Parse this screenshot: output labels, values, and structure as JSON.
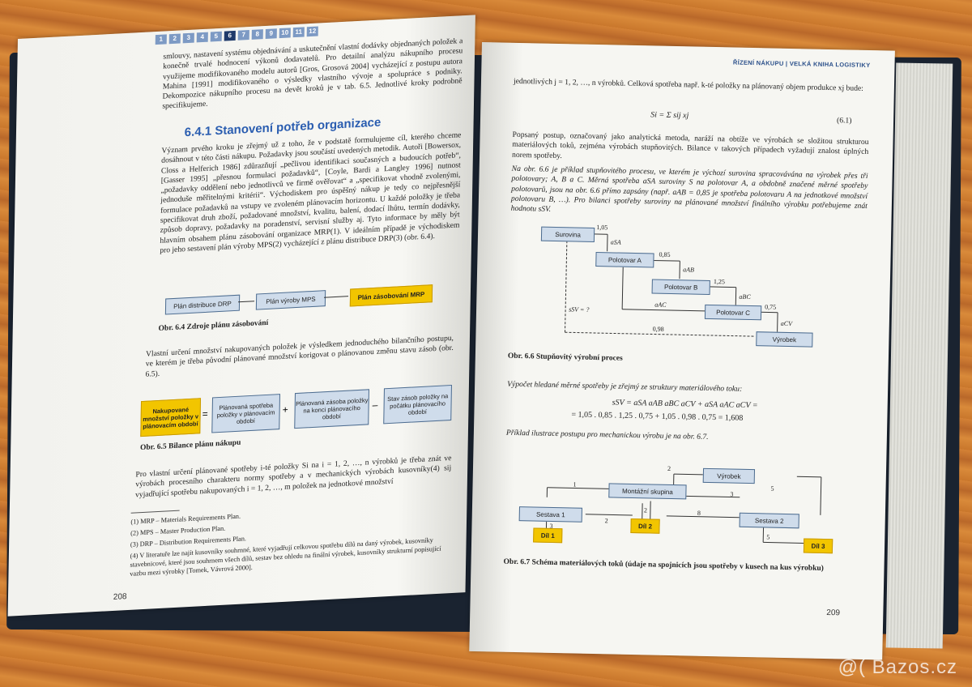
{
  "left_page": {
    "chapter_numbers": [
      "1",
      "2",
      "3",
      "4",
      "5",
      "6",
      "7",
      "8",
      "9",
      "10",
      "11",
      "12"
    ],
    "active_chapter": "6",
    "intro_text": "smlouvy, nastavení systému objednávání a uskutečnění vlastní dodávky objednaných položek a konečně trvalé hodnocení výkonů dodavatelů. Pro detailní analýzu nákupního procesu využijeme modifikovaného modelu autorů [Gros, Grosová 2004] vycházející z postupu autora Mahina [1991] modifikovaného o výsledky vlastního vývoje a spolupráce s podniky. Dekompozice nákupního procesu na devět kroků je v tab. 6.5. Jednotlivé kroky podrobně specifikujeme.",
    "section_title": "6.4.1 Stanovení potřeb organizace",
    "section_text": "Význam prvého kroku je zřejmý už z toho, že v podstatě formulujeme cíl, kterého chceme dosáhnout v této části nákupu. Požadavky jsou součástí uvedených metodik. Autoři [Bowersox, Closs a Helferich 1986] zdůrazňují „pečlivou identifikaci současných a budoucích potřeb“, [Gasser 1995] „přesnou formulaci požadavků“, [Coyle, Bardi a Langley 1996] nutnost „požadavky oddělení nebo jednotlivců ve firmě ověřovat“ a „specifikovat vhodně zvolenými, jednoduše měřitelnými kritérii“. Východiskem pro úspěšný nákup je tedy co nejpřesnější formulace požadavků na vstupy ve zvoleném plánovacím horizontu. U každé položky je třeba specifikovat druh zboží, požadované množství, kvalitu, balení, dodací lhůtu, termín dodávky, způsob dopravy, požadavky na poradenství, servisní služby aj. Tyto informace by měly být hlavním obsahem plánu zásobování organizace MRP(1). V ideálním případě je východiskem pro jeho sestavení plán výroby MPS(2) vycházející z plánu distribuce DRP(3) (obr. 6.4).",
    "fig64": {
      "boxes": [
        "Plán distribuce DRP",
        "Plán výroby MPS",
        "Plán zásobování MRP"
      ],
      "caption": "Obr. 6.4  Zdroje plánu zásobování"
    },
    "para2": "Vlastní určení množství nakupovaných položek je výsledkem jednoduchého bilančního postupu, ve kterém je třeba původní plánované množství korigovat o plánovanou změnu stavu zásob (obr. 6.5).",
    "fig65": {
      "boxes": [
        "Nakupované množství položky v plánovacím období",
        "Plánovaná spotřeba položky v plánovacím období",
        "Plánovaná zásoba položky na konci plánovacího období",
        "Stav zásob položky na počátku plánovacího období"
      ],
      "ops": [
        "=",
        "+",
        "–"
      ],
      "caption": "Obr. 6.5  Bilance plánu nákupu"
    },
    "para3": "Pro vlastní určení plánované spotřeby i-té položky Si na i = 1, 2, …, n výrobků je třeba znát ve výrobách procesního charakteru normy spotřeby a v mechanických výrobách kusovníky(4) sij vyjadřující spotřebu nakupovaných i = 1, 2, …, m položek na jednotkové množství",
    "footnotes": [
      "(1)   MRP – Materials Requirements Plan.",
      "(2)   MPS – Master Production Plan.",
      "(3)   DRP – Distribution Requirements Plan.",
      "(4)   V literatuře lze najít kusovníky souhrnné, které vyjadřují celkovou spotřebu dílů na daný výrobek, kusovníky stavebnicové, které jsou souhrnem všech dílů, sestav bez ohledu na finální výrobek, kusovníky strukturní popisující vazbu mezi výrobky [Tomek, Vávrová 2000]."
    ],
    "page_number": "208"
  },
  "right_page": {
    "header": "ŘÍZENÍ NÁKUPU  |  VELKÁ KNIHA LOGISTIKY",
    "text1": "jednotlivých j = 1, 2, …, n výrobků. Celková spotřeba např. k-té položky na plánovaný objem produkce xj bude:",
    "equation": "Si = Σ sij xj",
    "equation_number": "(6.1)",
    "text2": "Popsaný postup, označovaný jako analytická metoda, naráží na obtíže ve výrobách se složitou strukturou materiálových toků, zejména výrobách stupňovitých. Bilance v takových případech vyžadují znalost úplných norem spotřeby.",
    "text3": "Na obr. 6.6 je příklad stupňovitého procesu, ve kterém je výchozí surovina spracovávána na výrobek přes tři polotovary; A, B a C. Měrná spotřeba aSA suroviny S na polotovar A, a obdobně značené měrné spotřeby polotovarů, jsou na obr. 6.6 přímo zapsány (např. aAB = 0,85 je spotřeba polotovaru A na jednotkové množství polotovaru B, …). Pro bilanci spotřeby suroviny na plánované množství finálního výrobku potřebujeme znát hodnotu sSV.",
    "fig66": {
      "boxes": [
        "Surovina",
        "Polotovar A",
        "Polotovar B",
        "Polotovar C",
        "Výrobek"
      ],
      "labels": [
        "1,05",
        "aSA",
        "0,85",
        "aAB",
        "1,25",
        "aBC",
        "aAC",
        "0,75",
        "aCV",
        "sSV = ?",
        "0,98"
      ],
      "caption": "Obr. 6.6  Stupňovitý výrobní proces"
    },
    "text4": "Výpočet hledané měrné spotřeby je zřejmý ze struktury materiálového toku:",
    "calc1": "sSV = aSA aAB aBC aCV + aSA aAC aCV =",
    "calc2": "= 1,05 . 0,85 . 1,25 . 0,75 + 1,05 . 0,98 . 0,75 = 1,608",
    "text5": "Příklad ilustrace postupu pro mechanickou výrobu je na obr. 6.7.",
    "fig67": {
      "boxes": [
        "Výrobek",
        "Montážní skupina",
        "Sestava  1",
        "Sestava 2",
        "Díl 1",
        "Díl 2",
        "Díl 3"
      ],
      "labels": [
        "2",
        "1",
        "5",
        "3",
        "2",
        "3",
        "8",
        "2",
        "5"
      ],
      "caption": "Obr. 6.7  Schéma materiálových toků (údaje na spojnicích jsou spotřeby v kusech na kus výrobku)"
    },
    "page_number": "209"
  },
  "watermark": "@( Bazos.cz"
}
